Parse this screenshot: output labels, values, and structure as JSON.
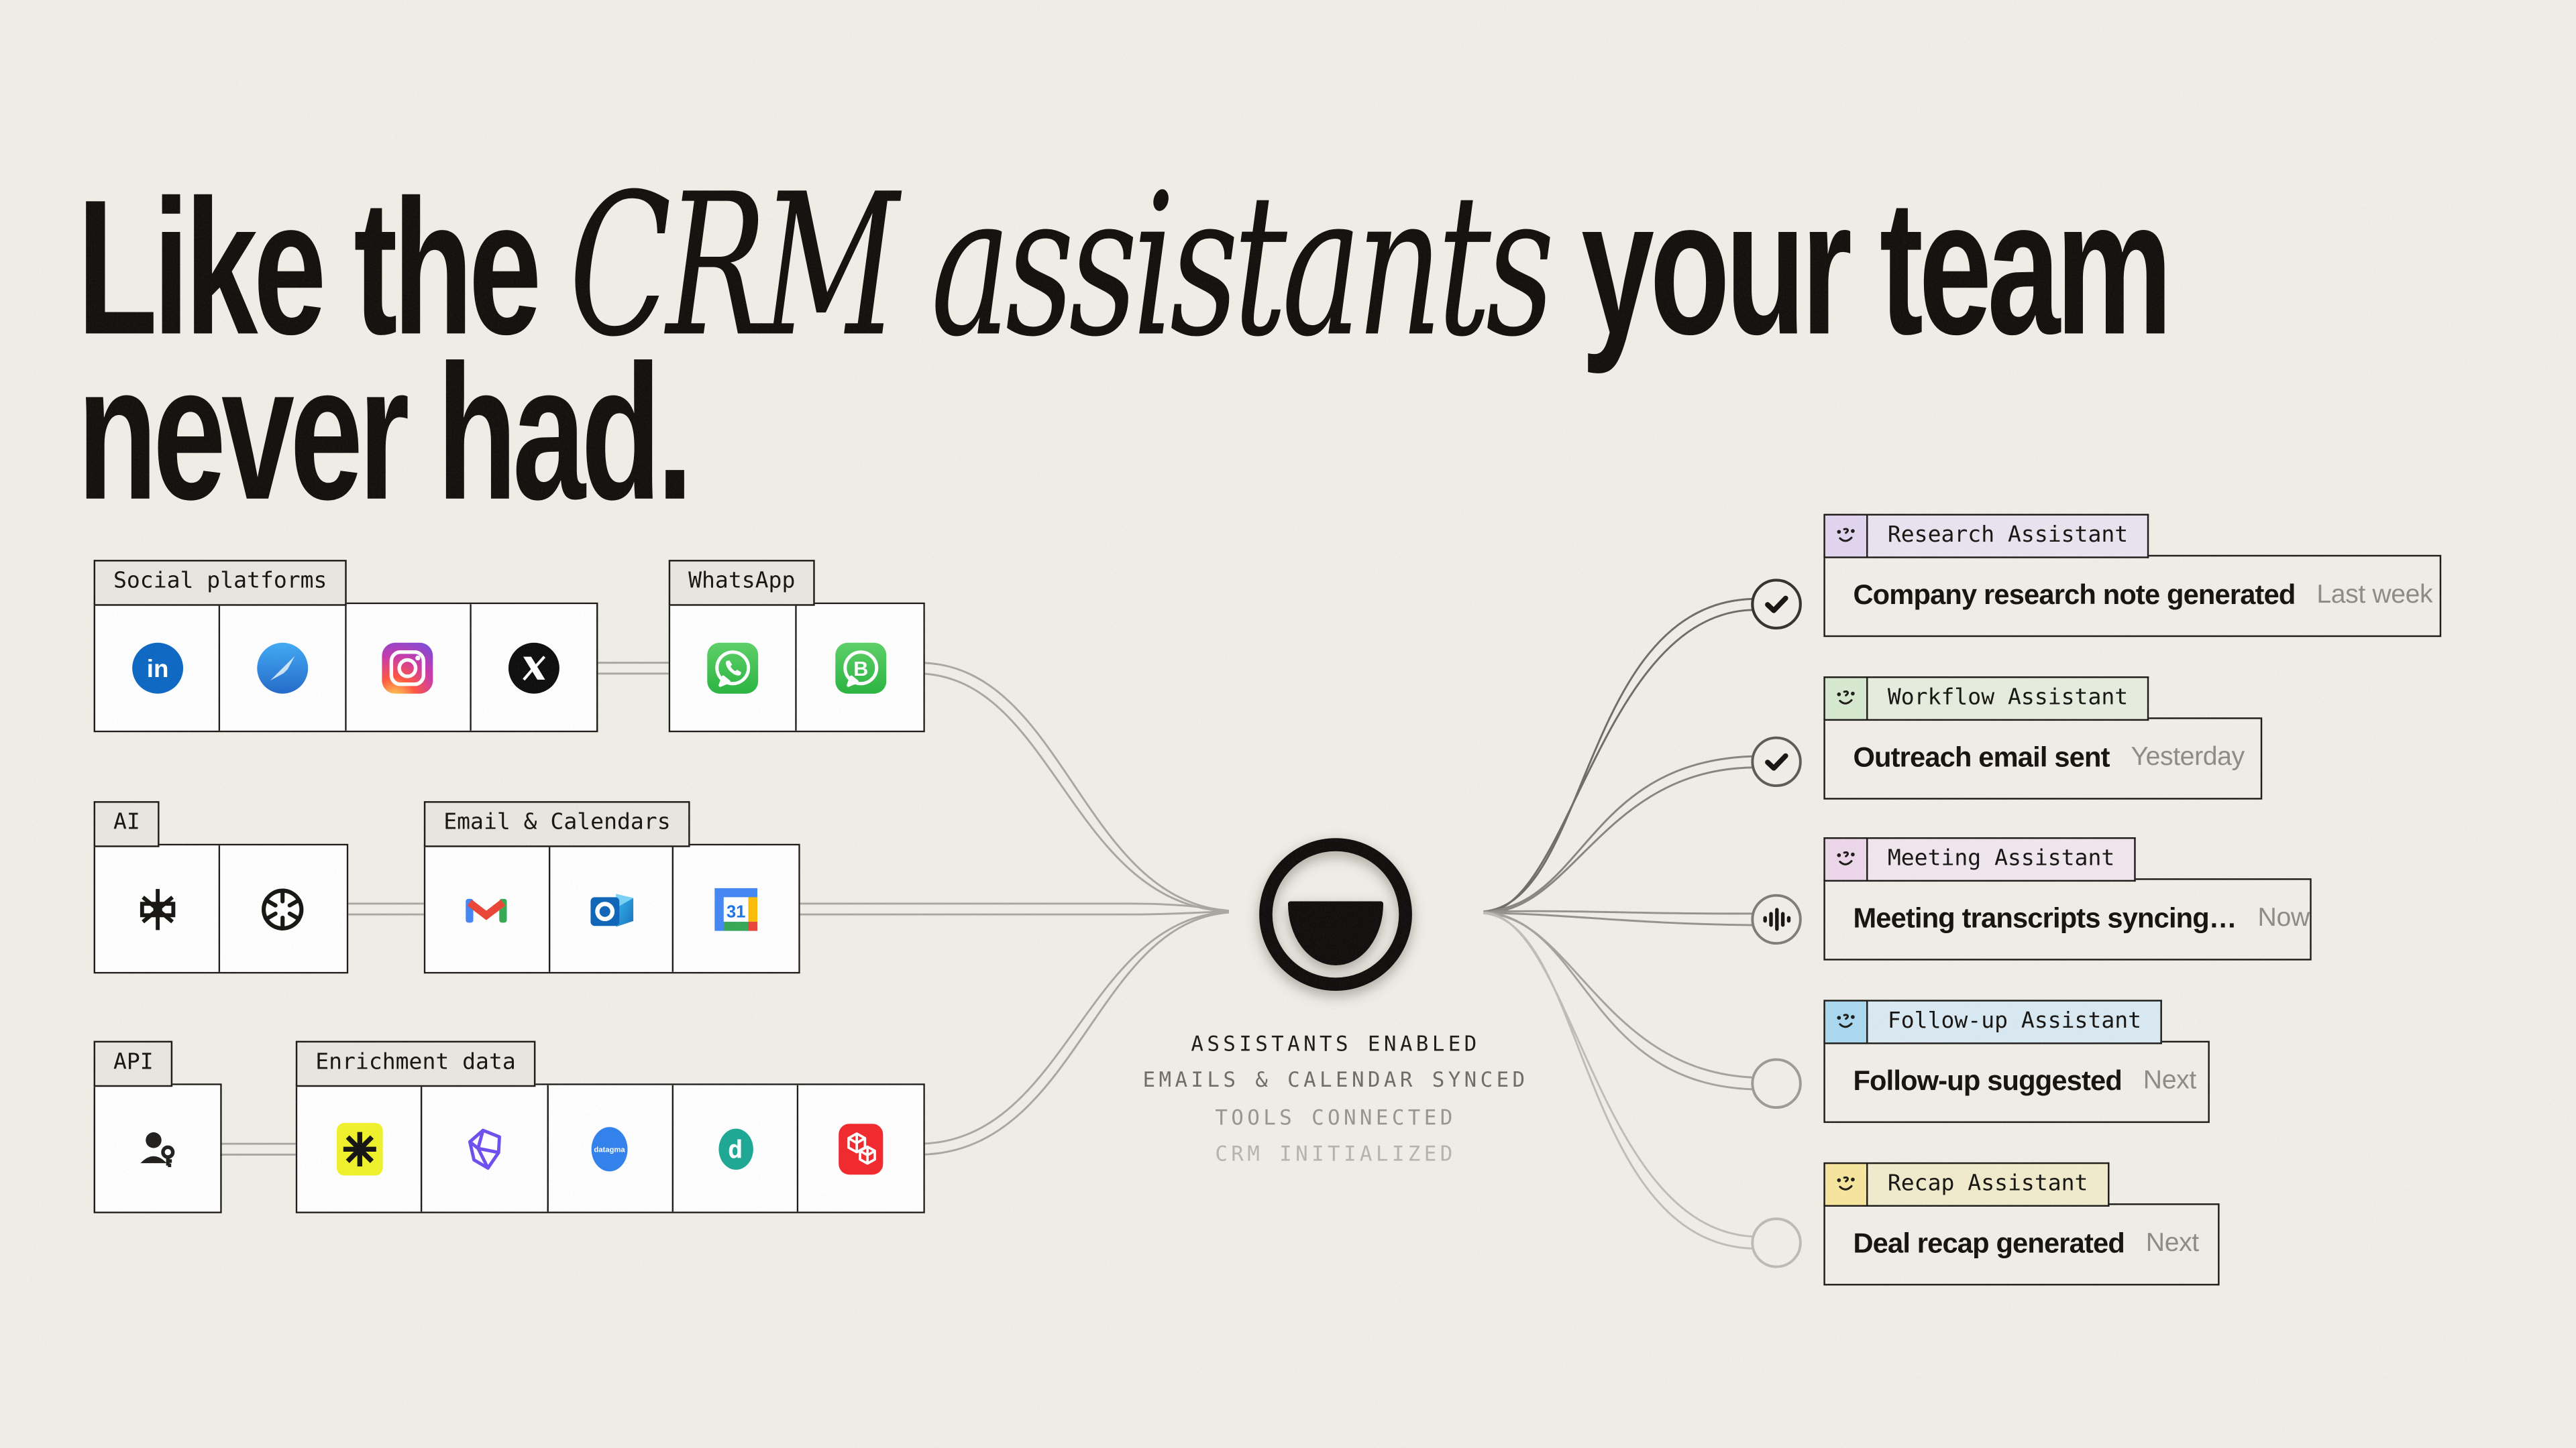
{
  "page": {
    "background_color": "#F1EEE8",
    "border_color": "#1A1814"
  },
  "headline": {
    "line1_pre": "Like the ",
    "line1_italic": "CRM assistants",
    "line1_post": " your team",
    "line2": "never had."
  },
  "integration_groups": [
    {
      "label": "Social platforms",
      "icons": [
        {
          "name": "linkedin-icon",
          "text": "in"
        },
        {
          "name": "safari-icon"
        },
        {
          "name": "instagram-icon"
        },
        {
          "name": "x-twitter-icon"
        }
      ]
    },
    {
      "label": "WhatsApp",
      "icons": [
        {
          "name": "whatsapp-icon"
        },
        {
          "name": "whatsapp-business-icon",
          "text": "B"
        }
      ]
    },
    {
      "label": "AI",
      "icons": [
        {
          "name": "ai-star-icon"
        },
        {
          "name": "openai-icon"
        }
      ]
    },
    {
      "label": "Email & Calendars",
      "icons": [
        {
          "name": "gmail-icon"
        },
        {
          "name": "outlook-icon"
        },
        {
          "name": "google-calendar-icon",
          "text": "31"
        }
      ]
    },
    {
      "label": "API",
      "icons": [
        {
          "name": "user-key-icon"
        }
      ]
    },
    {
      "label": "Enrichment data",
      "icons": [
        {
          "name": "clay-asterisk-icon"
        },
        {
          "name": "purple-polygon-icon"
        },
        {
          "name": "datagma-icon",
          "text": "datagma"
        },
        {
          "name": "dropcontact-icon",
          "text": "d"
        },
        {
          "name": "red-cubes-icon"
        }
      ]
    }
  ],
  "hub": {
    "logo": "smile-logo",
    "statuses": [
      {
        "text": "ASSISTANTS ENABLED",
        "color": "#1B1914"
      },
      {
        "text": "EMAILS & CALENDAR SYNCED",
        "color": "#6E6B66"
      },
      {
        "text": "TOOLS CONNECTED",
        "color": "#97948E"
      },
      {
        "text": "CRM INITIALIZED",
        "color": "#B6B3AD"
      }
    ]
  },
  "assistant_cards": [
    {
      "label": "Research Assistant",
      "status": "Company research note generated",
      "time": "Last week",
      "node": "check",
      "icon_cell_color": "#E2D4F0",
      "label_cell_color": "#EAE3F0"
    },
    {
      "label": "Workflow Assistant",
      "status": "Outreach email sent",
      "time": "Yesterday",
      "node": "check",
      "icon_cell_color": "#D6E9CF",
      "label_cell_color": "#E6EDDE"
    },
    {
      "label": "Meeting Assistant",
      "status": "Meeting transcripts syncing…",
      "time": "Now",
      "node": "waveform",
      "icon_cell_color": "#EDD6EA",
      "label_cell_color": "#F1E6EE"
    },
    {
      "label": "Follow-up Assistant",
      "status": "Follow-up suggested",
      "time": "Next",
      "node": "pending",
      "icon_cell_color": "#A9D8F0",
      "label_cell_color": "#D9E9F2"
    },
    {
      "label": "Recap Assistant",
      "status": "Deal recap generated",
      "time": "Next",
      "node": "pending",
      "icon_cell_color": "#F6E59C",
      "label_cell_color": "#F1EBCC"
    }
  ]
}
